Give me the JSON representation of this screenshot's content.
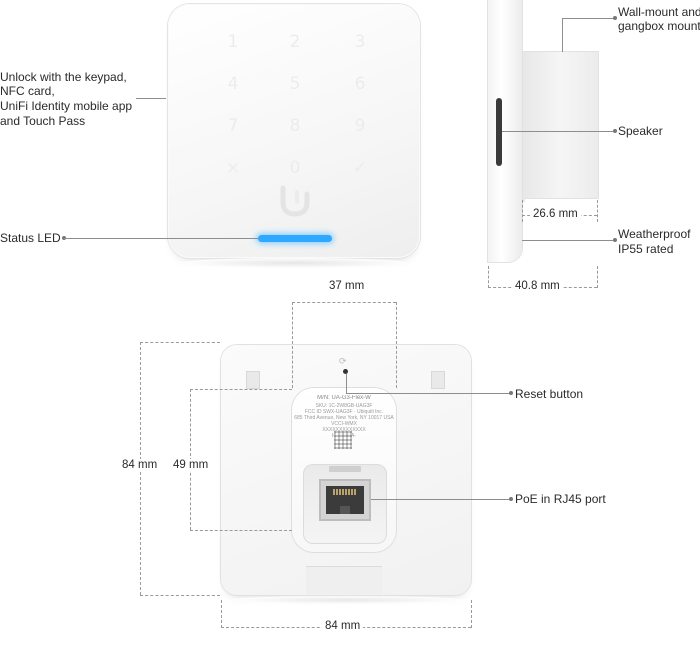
{
  "labels": {
    "unlock": [
      "Unlock with the keypad,",
      "NFC card,",
      "UniFi Identity mobile app",
      "and Touch Pass"
    ],
    "status_led": "Status LED",
    "wall_mount": [
      "Wall-mount and",
      "gangbox mount"
    ],
    "speaker": "Speaker",
    "weatherproof": [
      "Weatherproof",
      "IP55 rated"
    ],
    "reset_button": "Reset button",
    "poe_port": "PoE in RJ45 port"
  },
  "dimensions": {
    "side_depth": "26.6 mm",
    "side_total": "40.8 mm",
    "back_width_top": "37 mm",
    "back_height_total": "84 mm",
    "back_height_inner": "49 mm",
    "back_width_bottom": "84 mm"
  },
  "keypad": {
    "keys": [
      "1",
      "2",
      "3",
      "4",
      "5",
      "6",
      "7",
      "8",
      "9",
      "×",
      "0",
      "✓"
    ]
  },
  "back_label": {
    "model": "M/N: UA-G3-Flex-W",
    "lines": [
      "SKU: 1C-2W8GB-UAG3F",
      "FCC ID SWX-UAG3F · Ubiquiti Inc.",
      "685 Third Avenue, New York, NY 10017 USA",
      "VCCI-WMX",
      "XXXXXXXXXXXXX",
      "IC: 6545A-"
    ]
  },
  "colors": {
    "led": "#2fa8ff",
    "leader_line": "#8e8e8e",
    "dimension_line": "#9a9a9a"
  }
}
